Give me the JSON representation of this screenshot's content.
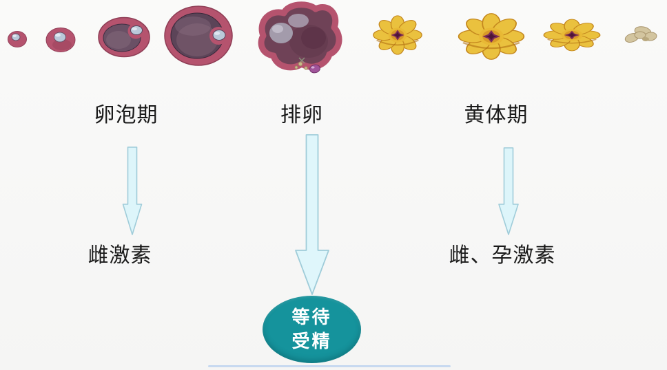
{
  "diagram": {
    "phases": [
      {
        "id": "follicular",
        "label": "卵泡期"
      },
      {
        "id": "ovulation",
        "label": "排卵"
      },
      {
        "id": "luteal",
        "label": "黄体期"
      }
    ],
    "hormones": [
      {
        "phase": "follicular",
        "label": "雌激素"
      },
      {
        "phase": "luteal",
        "label": "雌、孕激素"
      }
    ],
    "outcome": {
      "line1": "等待",
      "line2": "受精"
    },
    "illustration_stages": [
      "primordial-follicle",
      "primary-follicle",
      "secondary-follicle",
      "mature-follicle",
      "ovulating-follicle-releasing-egg",
      "corpus-luteum-forming",
      "corpus-luteum-mature",
      "corpus-luteum-regressing",
      "corpus-albicans"
    ],
    "colors": {
      "follicle_wall": "#b5536e",
      "antrum": "#5c4458",
      "oocyte": "#bac9d9",
      "corpus_luteum": "#eac13e",
      "corpus_luteum_center": "#7c2b58",
      "corpus_albicans": "#d3c59f",
      "arrow_fill": "#ddf5fa",
      "arrow_border": "#9fccd9",
      "outcome_ellipse": "#15939c",
      "outcome_text": "#ffffff",
      "label_text": "#1a1a1a",
      "background": "#f7f7f6"
    }
  }
}
